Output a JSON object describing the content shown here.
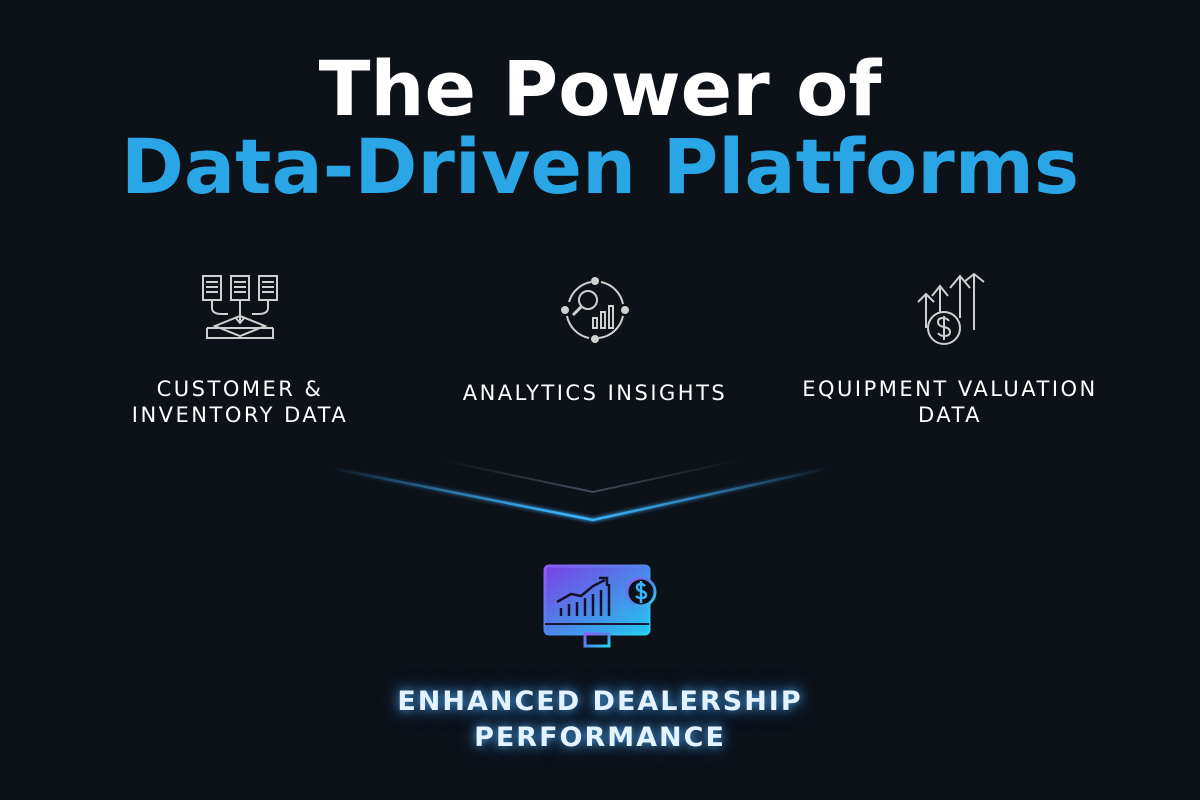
{
  "title": {
    "line1": "The Power of",
    "line2": "Data-Driven Platforms"
  },
  "colors": {
    "background": "#0d1118",
    "accent": "#2aa6e6",
    "icon_gray": "#d0d0d0",
    "glow": "#3db4ff"
  },
  "sources": [
    {
      "label_line1": "CUSTOMER &",
      "label_line2": "INVENTORY DATA",
      "icon": "documents-to-tray-icon"
    },
    {
      "label_line1": "ANALYTICS INSIGHTS",
      "label_line2": "",
      "icon": "analytics-cycle-icon"
    },
    {
      "label_line1": "EQUIPMENT VALUATION",
      "label_line2": "DATA",
      "icon": "dollar-growth-arrows-icon"
    }
  ],
  "result": {
    "label_line1": "ENHANCED DEALERSHIP",
    "label_line2": "PERFORMANCE",
    "icon": "monitor-chart-dollar-icon"
  }
}
